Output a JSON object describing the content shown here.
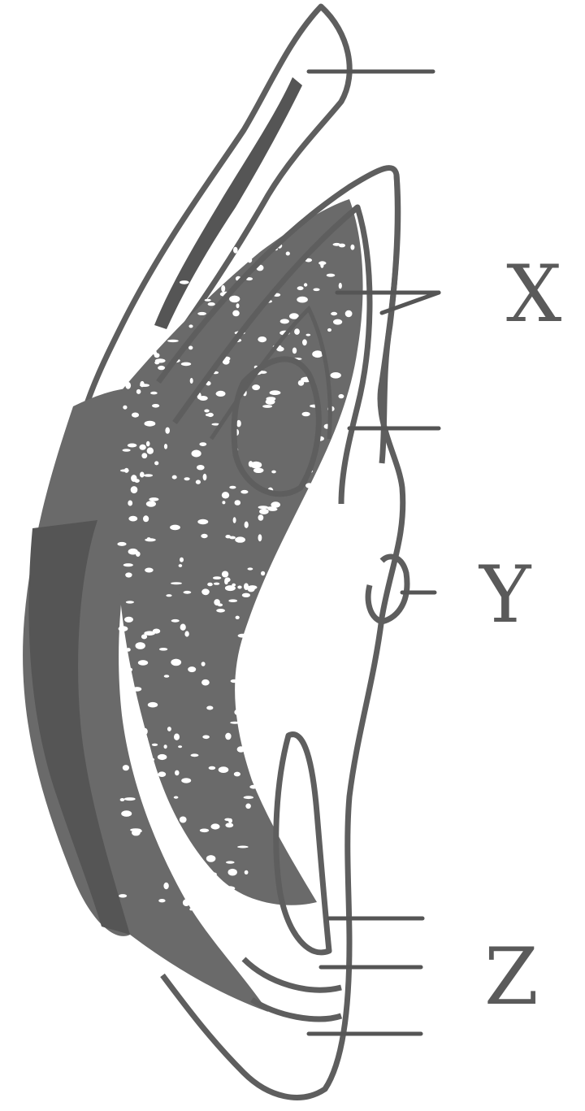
{
  "labels": {
    "x": "X",
    "y": "Y",
    "z": "Z"
  },
  "colors": {
    "ink": "#5a5a5a",
    "background": "#ffffff"
  }
}
